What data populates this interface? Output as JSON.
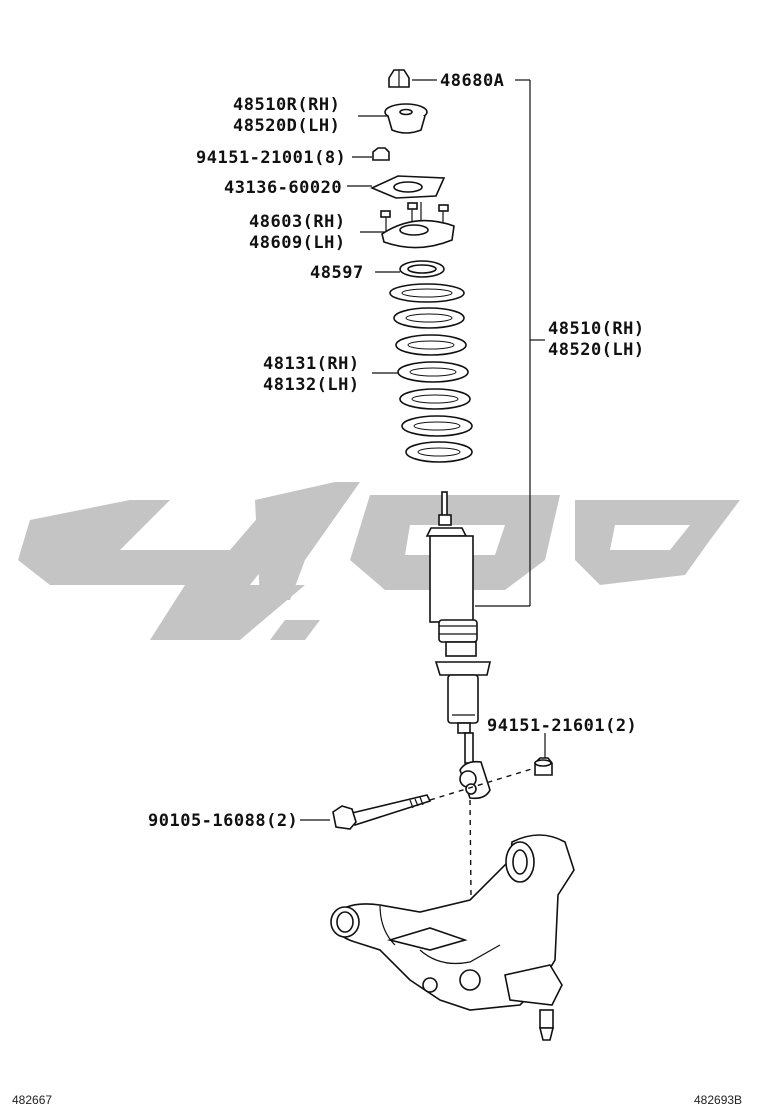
{
  "labels": {
    "l_48680A": "48680A",
    "l_48510R": "48510R(RH)",
    "l_48520D": "48520D(LH)",
    "l_94151_21001": "94151-21001(8)",
    "l_43136": "43136-60020",
    "l_48603": "48603(RH)",
    "l_48609": "48609(LH)",
    "l_48597": "48597",
    "l_48131": "48131(RH)",
    "l_48132": "48132(LH)",
    "l_48510": "48510(RH)",
    "l_48520": "48520(LH)",
    "l_94151_21601": "94151-21601(2)",
    "l_90105": "90105-16088(2)"
  },
  "footer": {
    "left_code": "482667",
    "right_code": "482693B"
  },
  "colors": {
    "ink": "#111111",
    "watermark": "#c4c4c4",
    "background": "#ffffff"
  }
}
